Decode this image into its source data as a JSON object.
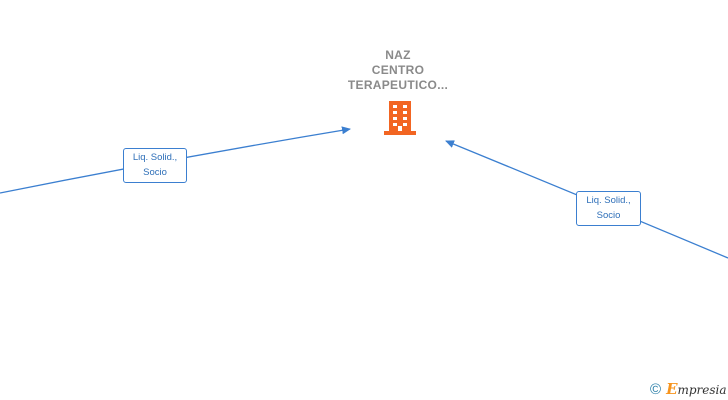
{
  "company_node": {
    "name_lines": [
      "NAZ",
      "CENTRO",
      "TERAPEUTICO..."
    ],
    "icon": "building-icon",
    "icon_color": "#f26522"
  },
  "edges": [
    {
      "id": "left",
      "label_line1": "Liq.  Solid.,",
      "label_line2": "Socio"
    },
    {
      "id": "right",
      "label_line1": "Liq.  Solid.,",
      "label_line2": "Socio"
    }
  ],
  "colors": {
    "edge": "#3b7fd0",
    "title": "#8a8a8a"
  },
  "watermark": {
    "symbol": "©",
    "brand_initial": "E",
    "brand_rest": "mpresia"
  }
}
